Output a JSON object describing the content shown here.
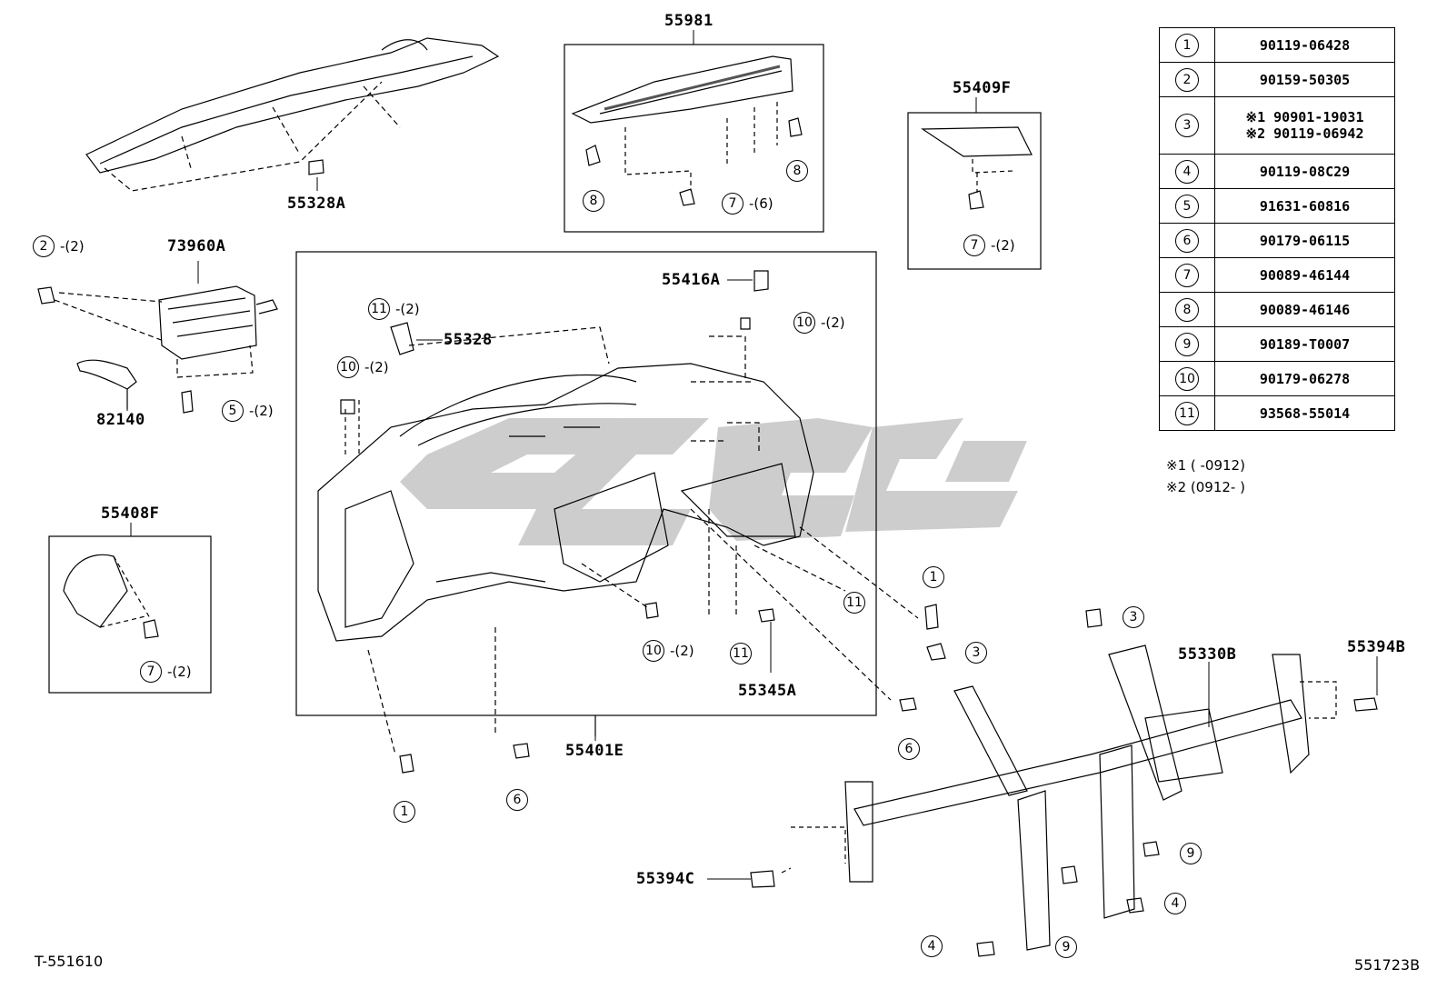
{
  "part_labels": {
    "p55981": "55981",
    "p55409F": "55409F",
    "p55328A": "55328A",
    "p73960A": "73960A",
    "p82140": "82140",
    "p55416A": "55416A",
    "p55328": "55328",
    "p55408F": "55408F",
    "p55345A": "55345A",
    "p55401E": "55401E",
    "p55330B": "55330B",
    "p55394B": "55394B",
    "p55394C": "55394C"
  },
  "callouts": {
    "c2_73960A": {
      "num": "2",
      "qty": "-(2)"
    },
    "c5_73960A": {
      "num": "5",
      "qty": "-(2)"
    },
    "c8_left": {
      "num": "8"
    },
    "c8_right": {
      "num": "8"
    },
    "c7_55981": {
      "num": "7",
      "qty": "-(6)"
    },
    "c7_55409F": {
      "num": "7",
      "qty": "-(2)"
    },
    "c7_55408F": {
      "num": "7",
      "qty": "-(2)"
    },
    "c11_top": {
      "num": "11",
      "qty": "-(2)"
    },
    "c10_right": {
      "num": "10",
      "qty": "-(2)"
    },
    "c10_left": {
      "num": "10",
      "qty": "-(2)"
    },
    "c10_bottom": {
      "num": "10",
      "qty": "-(2)"
    },
    "c11_mid": {
      "num": "11"
    },
    "c11_bottom": {
      "num": "11"
    },
    "c1_left": {
      "num": "1"
    },
    "c6_left": {
      "num": "6"
    },
    "c1_right": {
      "num": "1"
    },
    "c3_a": {
      "num": "3"
    },
    "c3_b": {
      "num": "3"
    },
    "c6_right": {
      "num": "6"
    },
    "c9_a": {
      "num": "9"
    },
    "c4_a": {
      "num": "4"
    },
    "c4_b": {
      "num": "4"
    },
    "c9_b": {
      "num": "9"
    }
  },
  "reference_table": [
    {
      "key": "1",
      "lines": [
        "90119-06428"
      ]
    },
    {
      "key": "2",
      "lines": [
        "90159-50305"
      ]
    },
    {
      "key": "3",
      "lines": [
        "※1 90901-19031",
        "※2 90119-06942"
      ]
    },
    {
      "key": "4",
      "lines": [
        "90119-08C29"
      ]
    },
    {
      "key": "5",
      "lines": [
        "91631-60816"
      ]
    },
    {
      "key": "6",
      "lines": [
        "90179-06115"
      ]
    },
    {
      "key": "7",
      "lines": [
        "90089-46144"
      ]
    },
    {
      "key": "8",
      "lines": [
        "90089-46146"
      ]
    },
    {
      "key": "9",
      "lines": [
        "90189-T0007"
      ]
    },
    {
      "key": "10",
      "lines": [
        "90179-06278"
      ]
    },
    {
      "key": "11",
      "lines": [
        "93568-55014"
      ]
    }
  ],
  "notes": {
    "n1": "※1 (     -0912)",
    "n2": "※2 (0912-     )"
  },
  "footer": {
    "left": "T-551610",
    "right": "551723B"
  },
  "colors": {
    "line": "#000000",
    "watermark": "#c8c8c8",
    "background": "#ffffff"
  }
}
